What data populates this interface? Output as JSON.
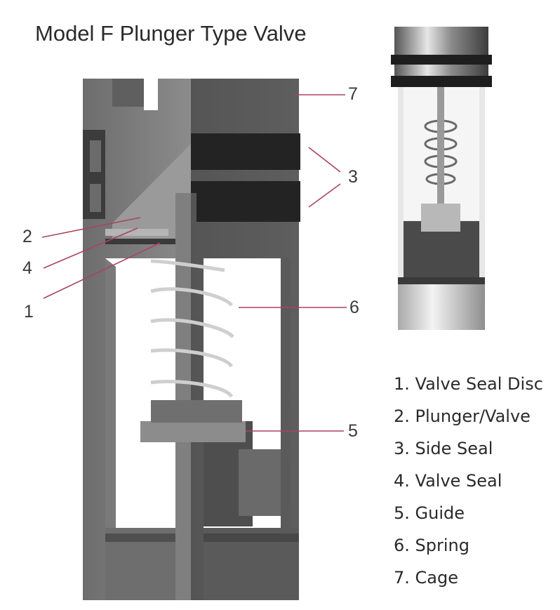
{
  "title": "Model F Plunger Type Valve",
  "callouts": [
    {
      "number": "7"
    },
    {
      "number": "3"
    },
    {
      "number": "2"
    },
    {
      "number": "4"
    },
    {
      "number": "1"
    },
    {
      "number": "6"
    },
    {
      "number": "5"
    }
  ],
  "legend": [
    "1. Valve Seal Disc",
    "2. Plunger/Valve",
    "3. Side Seal",
    "4. Valve Seal",
    "5. Guide",
    "6. Spring",
    "7. Cage"
  ],
  "colors": {
    "leader_line": "#a8455a",
    "body_dark": "#5a5a5a",
    "body_light": "#8a8a8a",
    "seal": "#2a2a2a",
    "spring": "#c8c8c8"
  }
}
